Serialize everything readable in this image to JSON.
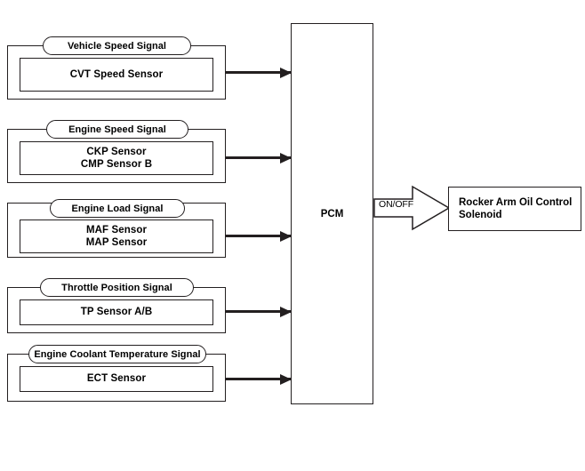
{
  "diagram": {
    "title": "Rocker Arm Oil Control Solenoid input/output block diagram",
    "line_color": "#231f20",
    "background": "#ffffff",
    "inputs": [
      {
        "signal_label": "Vehicle Speed Signal",
        "sensor_line1": "CVT Speed Sensor",
        "sensor_line2": ""
      },
      {
        "signal_label": "Engine Speed Signal",
        "sensor_line1": "CKP Sensor",
        "sensor_line2": "CMP Sensor B"
      },
      {
        "signal_label": "Engine Load Signal",
        "sensor_line1": "MAF Sensor",
        "sensor_line2": "MAP Sensor"
      },
      {
        "signal_label": "Throttle Position Signal",
        "sensor_line1": "TP Sensor A/B",
        "sensor_line2": ""
      },
      {
        "signal_label": "Engine Coolant Temperature  Signal",
        "sensor_line1": "ECT Sensor",
        "sensor_line2": ""
      }
    ],
    "controller": {
      "label": "PCM"
    },
    "output": {
      "signal_label": "ON/OFF",
      "actuator_line1": "Rocker Arm Oil Control",
      "actuator_line2": "Solenoid"
    }
  }
}
